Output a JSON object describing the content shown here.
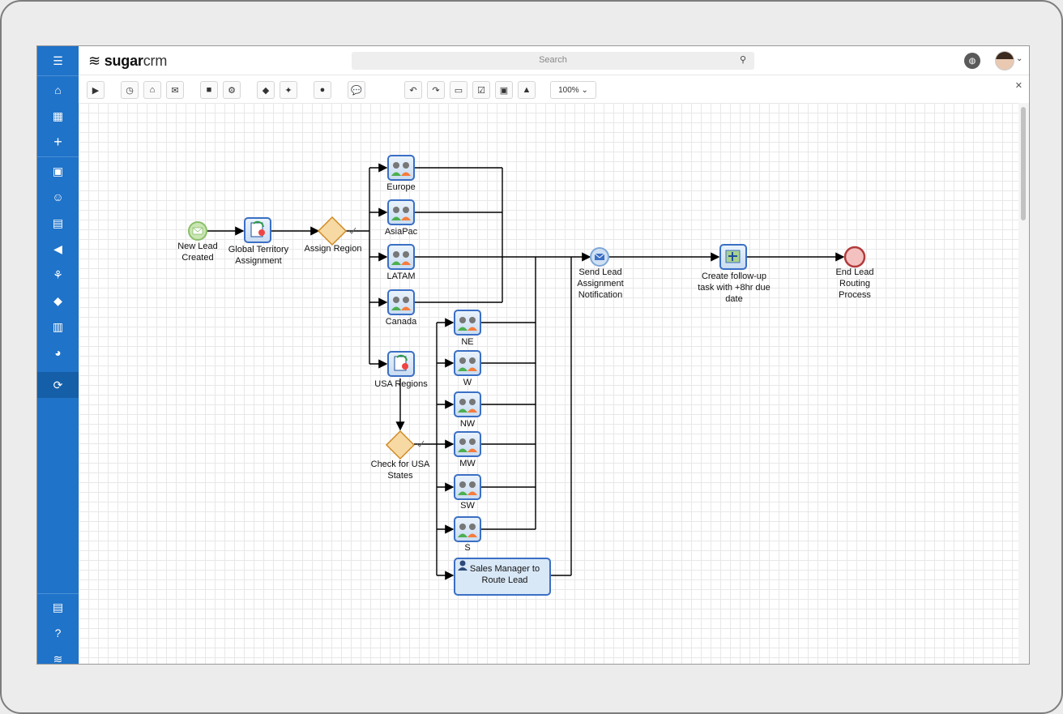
{
  "app": {
    "logo_bold": "sugar",
    "logo_light": "crm"
  },
  "search": {
    "placeholder": "Search",
    "icon": "magnifier-icon"
  },
  "toolbar": {
    "zoom": "100%"
  },
  "nodes": {
    "start": "New Lead Created",
    "global_territory": "Global Territory Assignment",
    "assign_region": "Assign Region",
    "europe": "Europe",
    "asiapac": "AsiaPac",
    "latam": "LATAM",
    "canada": "Canada",
    "usa_regions": "USA Regions",
    "check_usa": "Check for USA States",
    "ne": "NE",
    "w": "W",
    "nw": "NW",
    "mw": "MW",
    "sw": "SW",
    "s": "S",
    "sales_manager": "Sales Manager to Route Lead",
    "send_notification": "Send Lead Assignment Notification",
    "followup": "Create follow-up task with +8hr due date",
    "end": "End Lead Routing Process"
  },
  "colors": {
    "sidebar": "#1f73c9",
    "task_fill": "#d9e8f7",
    "task_border": "#3a6fc4",
    "gateway": "#e6a23c",
    "start_event": "#a9d18e",
    "end_event": "#d9534f"
  }
}
